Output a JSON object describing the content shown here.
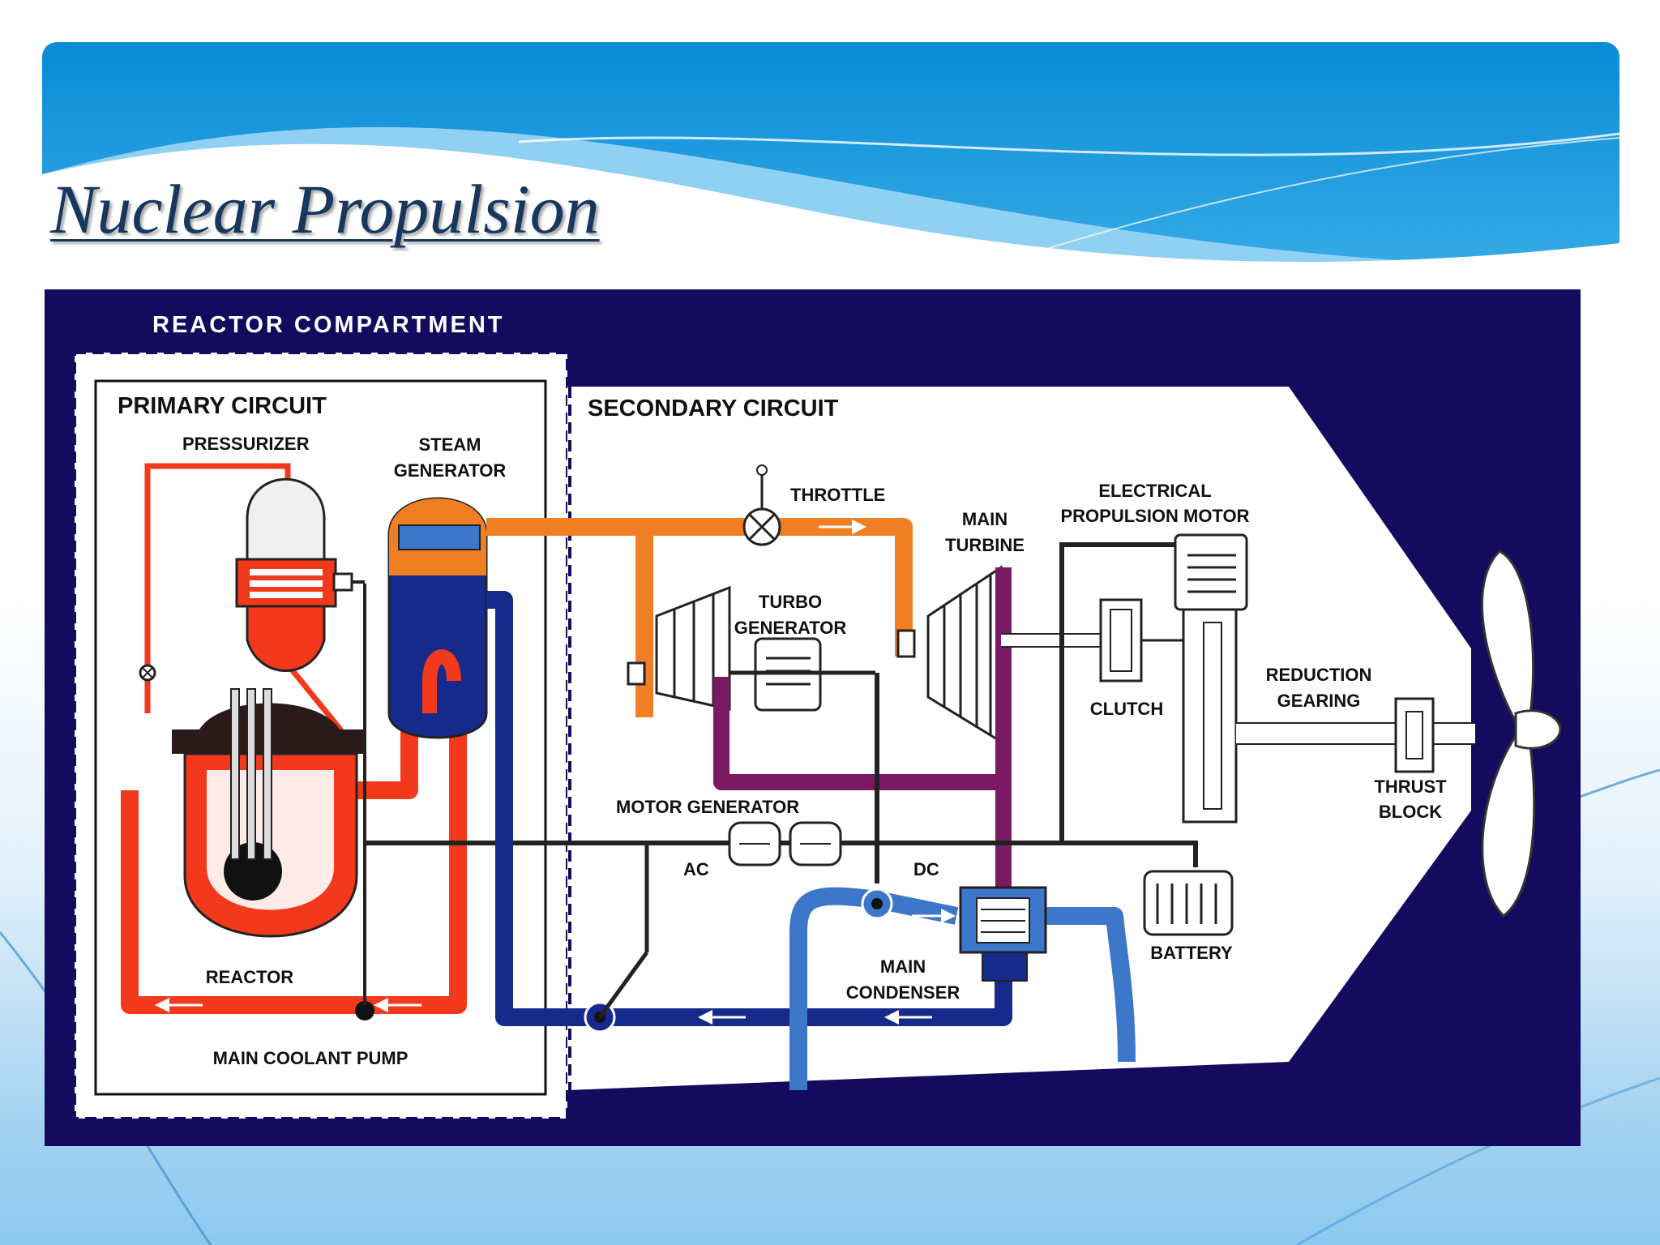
{
  "slide": {
    "title": "Nuclear Propulsion"
  },
  "colors": {
    "header_blue": "#0c8fd8",
    "diagram_background": "#140a5e",
    "primary_loop": "#f2391c",
    "steam": "#f07f23",
    "condensate": "#162a8c",
    "cooling_water": "#3d77c9",
    "exhaust_steam": "#7b1a63"
  },
  "diagram": {
    "reactor_compartment": "REACTOR COMPARTMENT",
    "primary_circuit": "PRIMARY CIRCUIT",
    "secondary_circuit": "SECONDARY CIRCUIT",
    "pressurizer": "PRESSURIZER",
    "steam_generator": [
      "STEAM",
      "GENERATOR"
    ],
    "reactor": "REACTOR",
    "main_coolant_pump": "MAIN COOLANT PUMP",
    "throttle": "THROTTLE",
    "main_turbine": [
      "MAIN",
      "TURBINE"
    ],
    "turbo_generator": [
      "TURBO",
      "GENERATOR"
    ],
    "electrical_propulsion_motor": [
      "ELECTRICAL",
      "PROPULSION MOTOR"
    ],
    "clutch": "CLUTCH",
    "reduction_gearing": [
      "REDUCTION",
      "GEARING"
    ],
    "thrust_block": [
      "THRUST",
      "BLOCK"
    ],
    "motor_generator": "MOTOR GENERATOR",
    "ac": "AC",
    "dc": "DC",
    "battery": "BATTERY",
    "main_condenser": [
      "MAIN",
      "CONDENSER"
    ]
  }
}
